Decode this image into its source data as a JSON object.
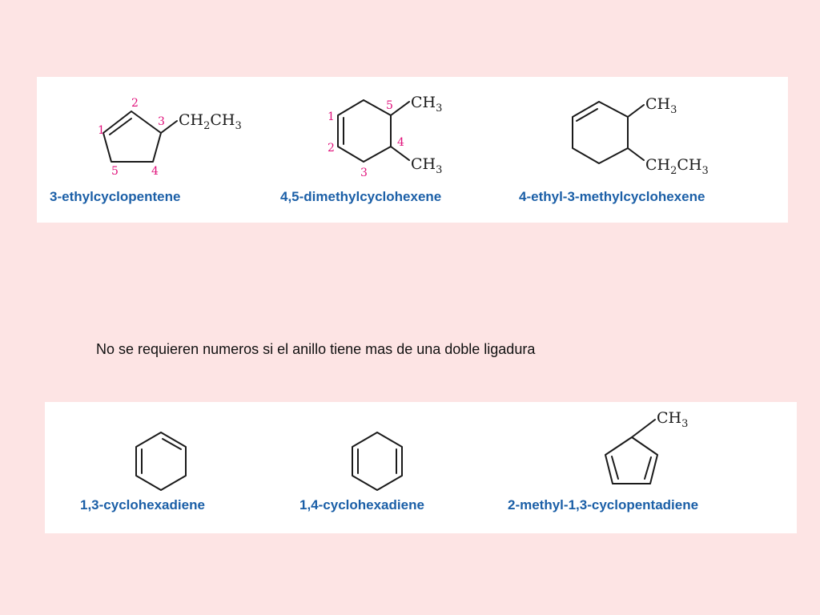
{
  "top_panel": {
    "compounds": [
      {
        "name": "3-ethylcyclopentene",
        "substituents": [
          {
            "main": "CH",
            "sub": "2",
            "main2": "CH",
            "sub2": "3"
          }
        ],
        "locants": [
          "1",
          "2",
          "3",
          "4",
          "5"
        ]
      },
      {
        "name": "4,5-dimethylcyclohexene",
        "substituents": [
          {
            "main": "CH",
            "sub": "3"
          },
          {
            "main": "CH",
            "sub": "3"
          }
        ],
        "locants": [
          "1",
          "2",
          "3",
          "4",
          "5"
        ]
      },
      {
        "name": "4-ethyl-3-methylcyclohexene",
        "substituents": [
          {
            "main": "CH",
            "sub": "3"
          },
          {
            "main": "CH",
            "sub": "2",
            "main2": "CH",
            "sub2": "3"
          }
        ]
      }
    ]
  },
  "note": "No se requieren numeros si el anillo tiene mas de una doble ligadura",
  "bottom_panel": {
    "compounds": [
      {
        "name": "1,3-cyclohexadiene"
      },
      {
        "name": "1,4-cyclohexadiene"
      },
      {
        "name": "2-methyl-1,3-cyclopentadiene",
        "substituents": [
          {
            "main": "CH",
            "sub": "3"
          }
        ]
      }
    ]
  },
  "colors": {
    "background": "#fde4e4",
    "panel": "#ffffff",
    "name_text": "#1b5fa7",
    "locant": "#e0107a",
    "bond": "#1a1a1a"
  }
}
